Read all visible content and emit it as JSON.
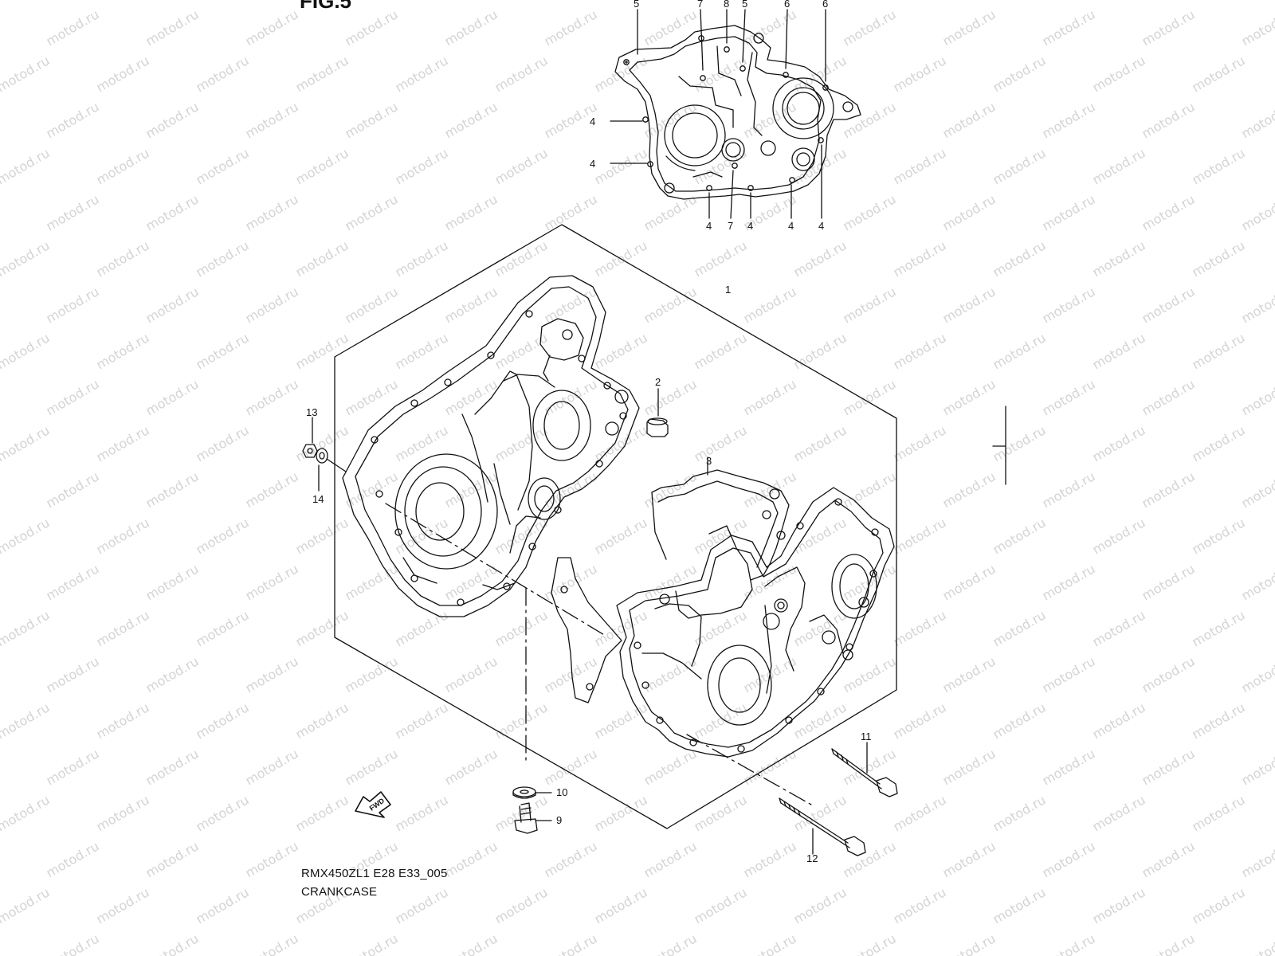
{
  "figure_title": "FIG.5",
  "watermark_text": "motod.ru",
  "callouts": {
    "c5a": "5",
    "c7a": "7",
    "c8": "8",
    "c5b": "5",
    "c6a": "6",
    "c6b": "6",
    "c4a": "4",
    "c4b": "4",
    "c4c": "4",
    "c7b": "7",
    "c4d": "4",
    "c4e": "4",
    "c4f": "4",
    "c1": "1",
    "c2": "2",
    "c3": "3",
    "c13": "13",
    "c14": "14",
    "c10": "10",
    "c9": "9",
    "c11": "11",
    "c12": "12"
  },
  "fwd_label": "FWD",
  "caption": {
    "code": "RMX450ZL1 E28 E33_005",
    "name": "CRANKCASE"
  },
  "colors": {
    "line": "#111111",
    "watermark": "#d4d4d4"
  }
}
